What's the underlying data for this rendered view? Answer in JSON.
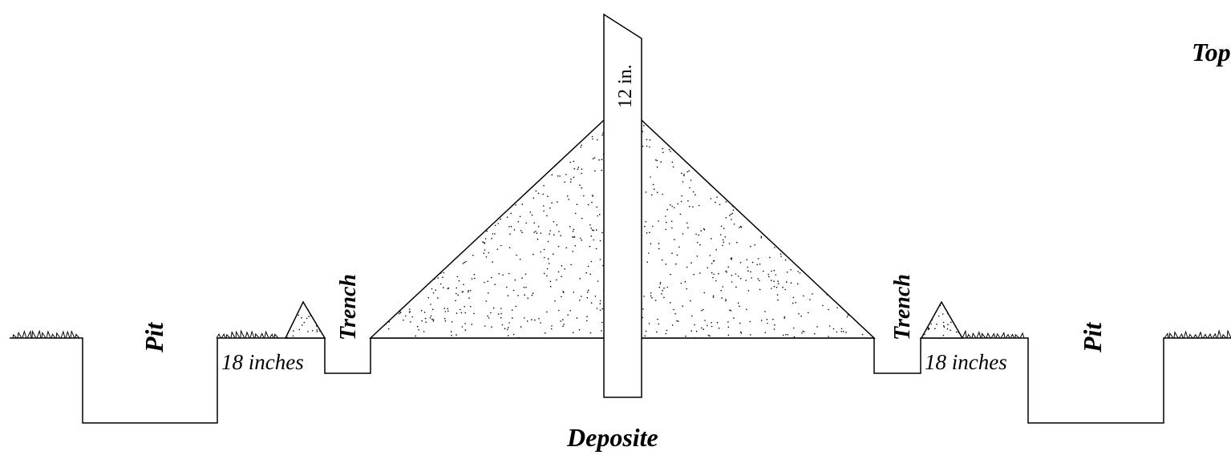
{
  "diagram": {
    "corner_label": "Top",
    "post_label": "12 in.",
    "center_label": "Deposite",
    "left": {
      "pit_label": "Pit",
      "gap_label": "18 inches",
      "trench_label": "Trench"
    },
    "right": {
      "pit_label": "Pit",
      "gap_label": "18 inches",
      "trench_label": "Trench"
    }
  },
  "colors": {
    "stroke": "#000000",
    "background": "#ffffff"
  }
}
